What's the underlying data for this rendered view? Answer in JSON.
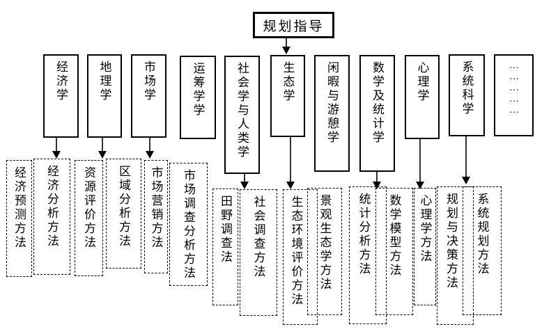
{
  "diagram": {
    "title": "规划指导",
    "disciplines": [
      {
        "label": "经济学"
      },
      {
        "label": "地理学"
      },
      {
        "label": "市场学"
      },
      {
        "label": "运筹学学"
      },
      {
        "label": "社会学与人类学"
      },
      {
        "label": "生态学"
      },
      {
        "label": "闲暇与游憩学"
      },
      {
        "label": "数学及统计学"
      },
      {
        "label": "心理学"
      },
      {
        "label": "系统科学"
      },
      {
        "label": "……………"
      }
    ],
    "methods": [
      {
        "label": "经济预测方法"
      },
      {
        "label": "经济分析方法"
      },
      {
        "label": "资源评价方法"
      },
      {
        "label": "区域分析方法"
      },
      {
        "label": "市场营销方法"
      },
      {
        "label": "市场调查分析方法"
      },
      {
        "label": "田野调查法"
      },
      {
        "label": "社会调查方法"
      },
      {
        "label": "生态环境评价方法"
      },
      {
        "label": "景观生态学方法"
      },
      {
        "label": "统计分析方法"
      },
      {
        "label": "数学模型方法"
      },
      {
        "label": "心理学方法"
      },
      {
        "label": "规划与决策方法"
      },
      {
        "label": "系统规划方法"
      }
    ],
    "colors": {
      "border": "#000000",
      "background": "#ffffff",
      "text": "#000000"
    }
  }
}
